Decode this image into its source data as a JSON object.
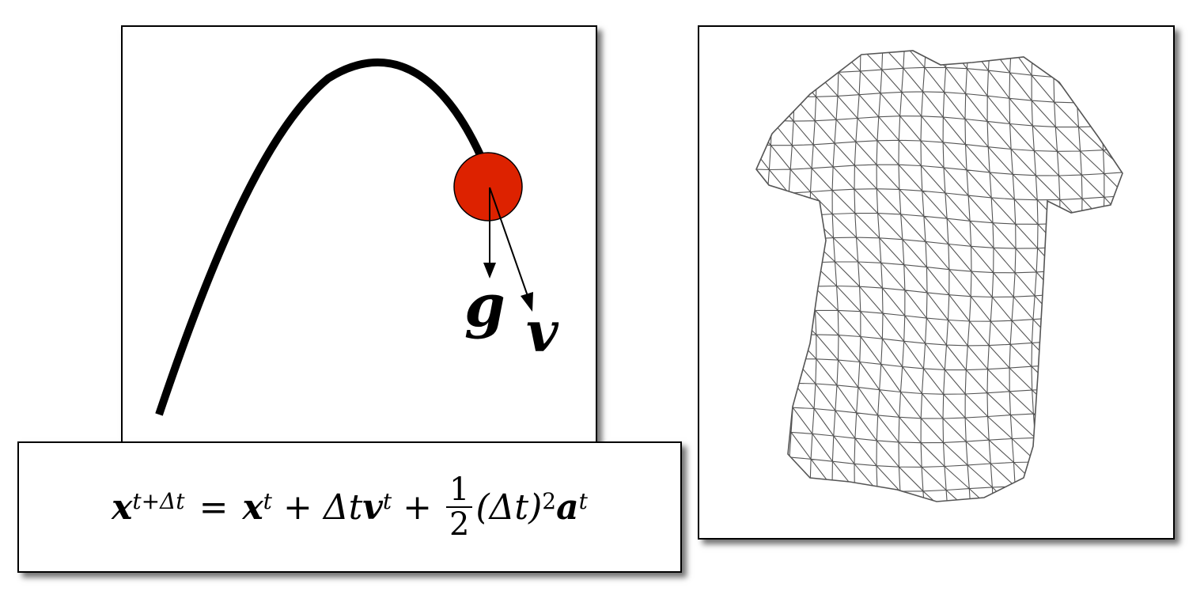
{
  "projectile": {
    "gravity_label": "g",
    "velocity_label": "v",
    "ball_color": "#dd2200",
    "trajectory_color": "#000000"
  },
  "equation": {
    "lhs_x": "x",
    "lhs_sup": "t+Δt",
    "eq": "=",
    "x": "x",
    "x_sup": "t",
    "plus1": "+",
    "dt": "Δt",
    "v": "v",
    "v_sup": "t",
    "plus2": "+",
    "frac_num": "1",
    "frac_den": "2",
    "dt_sq": "(Δt)",
    "sq_sup": "2",
    "a": "a",
    "a_sup": "t"
  },
  "cloth": {
    "mesh_color": "#555555",
    "icon": "tshirt-mesh-icon"
  }
}
